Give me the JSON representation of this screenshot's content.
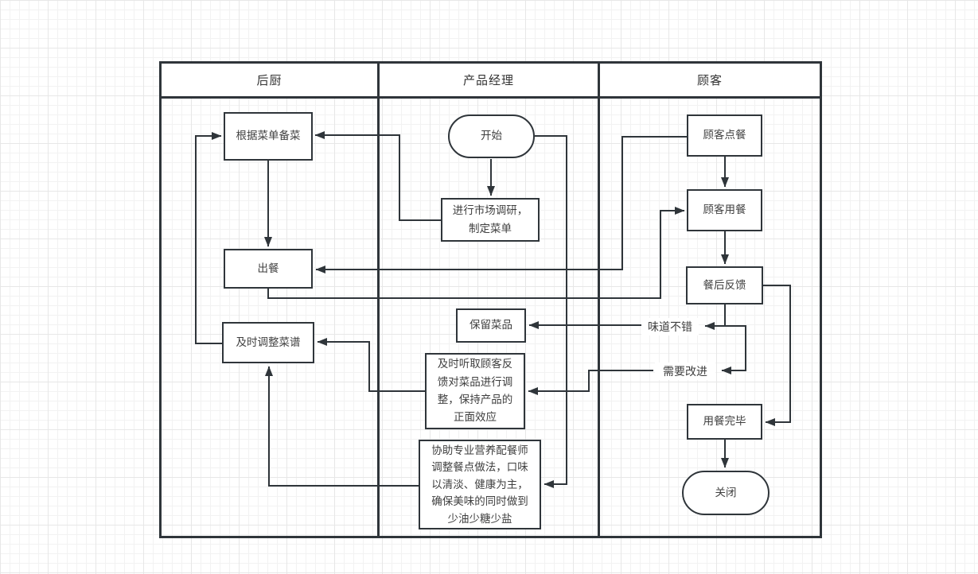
{
  "diagram": {
    "type": "swimlane-flowchart",
    "stroke_color": "#2f353a",
    "text_color": "#3f3f3f",
    "grid_color": "#f2f2f2",
    "lane_fill": "#ffffff"
  },
  "lanes": [
    {
      "label": "后厨"
    },
    {
      "label": "产品经理"
    },
    {
      "label": "顾客"
    }
  ],
  "nodes": {
    "prepare": {
      "label": "根据菜单备菜",
      "shape": "rect",
      "lane": "后厨"
    },
    "serve": {
      "label": "出餐",
      "shape": "rect",
      "lane": "后厨"
    },
    "adjust_menu": {
      "label": "及时调整菜谱",
      "shape": "rect",
      "lane": "后厨"
    },
    "start": {
      "label": "开始",
      "shape": "stadium",
      "lane": "产品经理"
    },
    "research": {
      "label": "进行市场调研，\n制定菜单",
      "shape": "rect",
      "lane": "产品经理"
    },
    "keep": {
      "label": "保留菜品",
      "shape": "rect",
      "lane": "产品经理"
    },
    "listen": {
      "label": "及时听取顾客反\n馈对菜品进行调\n整，保持产品的\n正面效应",
      "shape": "rect",
      "lane": "产品经理"
    },
    "assist": {
      "label": "协助专业营养配餐师\n调整餐点做法，口味\n以清淡、健康为主，\n确保美味的同时做到\n少油少糖少盐",
      "shape": "rect",
      "lane": "产品经理"
    },
    "order": {
      "label": "顾客点餐",
      "shape": "rect",
      "lane": "顾客"
    },
    "dine": {
      "label": "顾客用餐",
      "shape": "rect",
      "lane": "顾客"
    },
    "feedback": {
      "label": "餐后反馈",
      "shape": "rect",
      "lane": "顾客"
    },
    "done": {
      "label": "用餐完毕",
      "shape": "rect",
      "lane": "顾客"
    },
    "close": {
      "label": "关闭",
      "shape": "stadium",
      "lane": "顾客"
    },
    "taste_good": {
      "label": "味道不错",
      "shape": "text",
      "lane": "顾客"
    },
    "need_improve": {
      "label": "需要改进",
      "shape": "text",
      "lane": "顾客"
    }
  },
  "edges": [
    {
      "from": "start",
      "to": "research"
    },
    {
      "from": "research",
      "to": "prepare"
    },
    {
      "from": "start",
      "to": "assist"
    },
    {
      "from": "prepare",
      "to": "serve"
    },
    {
      "from": "adjust_menu",
      "to": "prepare"
    },
    {
      "from": "order",
      "to": "serve"
    },
    {
      "from": "serve",
      "to": "dine"
    },
    {
      "from": "order",
      "to": "dine"
    },
    {
      "from": "dine",
      "to": "feedback"
    },
    {
      "from": "feedback",
      "to": "done"
    },
    {
      "from": "feedback",
      "to": "taste_good"
    },
    {
      "from": "feedback",
      "to": "need_improve"
    },
    {
      "from": "taste_good",
      "to": "keep"
    },
    {
      "from": "need_improve",
      "to": "listen"
    },
    {
      "from": "listen",
      "to": "adjust_menu"
    },
    {
      "from": "assist",
      "to": "adjust_menu"
    },
    {
      "from": "done",
      "to": "close"
    }
  ]
}
